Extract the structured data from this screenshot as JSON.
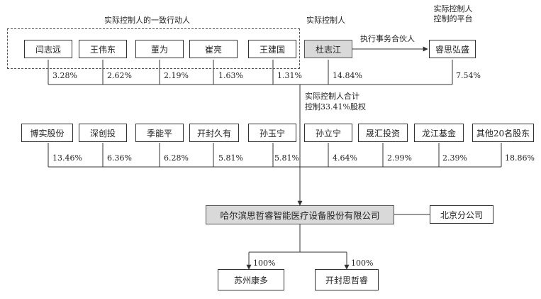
{
  "colors": {
    "highlight_fill": "#d9d9d9",
    "line": "#333333"
  },
  "group_label": "实际控制人的一致行动人",
  "controller_label": "实际控制人",
  "platform_label": [
    "实际控制人",
    "控制的平台"
  ],
  "gp_label": "执行事务合伙人",
  "concerted_persons": [
    {
      "name": "闫志远",
      "pct": "3.28%"
    },
    {
      "name": "王伟东",
      "pct": "2.62%"
    },
    {
      "name": "董为",
      "pct": "2.19%"
    },
    {
      "name": "崔亮",
      "pct": "1.63%"
    },
    {
      "name": "王建国",
      "pct": "1.31%"
    }
  ],
  "controller": {
    "name": "杜志江",
    "pct": "14.84%"
  },
  "platform": {
    "name": "睿思弘盛",
    "pct": "7.54%"
  },
  "total_control_label": [
    "实际控制人合计",
    "控制33.41%股权"
  ],
  "other_shareholders": [
    {
      "name": "博实股份",
      "pct": "13.46%"
    },
    {
      "name": "深创投",
      "pct": "6.36%"
    },
    {
      "name": "季能平",
      "pct": "6.28%"
    },
    {
      "name": "开封久有",
      "pct": "5.81%"
    },
    {
      "name": "孙玉宁",
      "pct": "5.81%"
    },
    {
      "name": "孙立宁",
      "pct": "4.64%"
    },
    {
      "name": "晟汇投资",
      "pct": "2.99%"
    },
    {
      "name": "龙江基金",
      "pct": "2.39%"
    },
    {
      "name": "其他20名股东",
      "pct": "18.86%"
    }
  ],
  "company": {
    "name": "哈尔滨思哲睿智能医疗设备股份有限公司"
  },
  "branch": {
    "name": "北京分公司"
  },
  "subsidiaries": [
    {
      "name": "苏州康多",
      "pct": "100%"
    },
    {
      "name": "开封思哲睿",
      "pct": "100%"
    }
  ]
}
